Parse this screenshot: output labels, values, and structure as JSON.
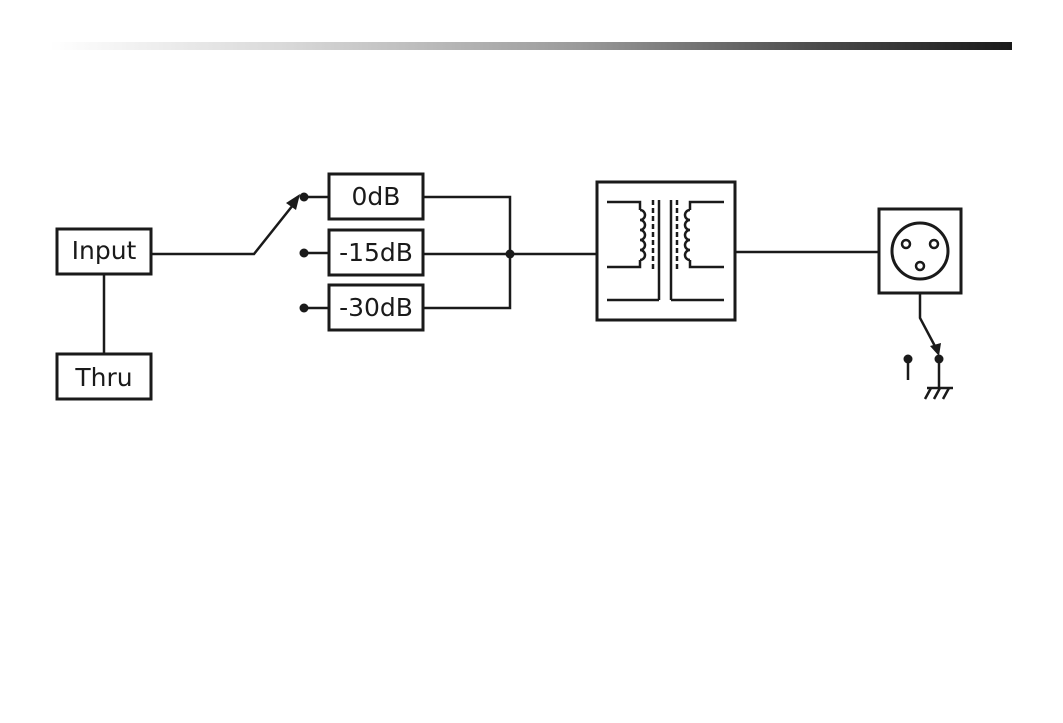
{
  "blocks": {
    "input": "Input",
    "thru": "Thru"
  },
  "pads": {
    "pad_0": "0dB",
    "pad_15": "-15dB",
    "pad_30": "-30dB"
  },
  "components": {
    "transformer": "transformer-icon",
    "output_connector": "xlr-connector-icon",
    "ground_lift": "ground-lift-switch-icon"
  },
  "colors": {
    "line": "#1a1a1a",
    "background": "#ffffff"
  }
}
